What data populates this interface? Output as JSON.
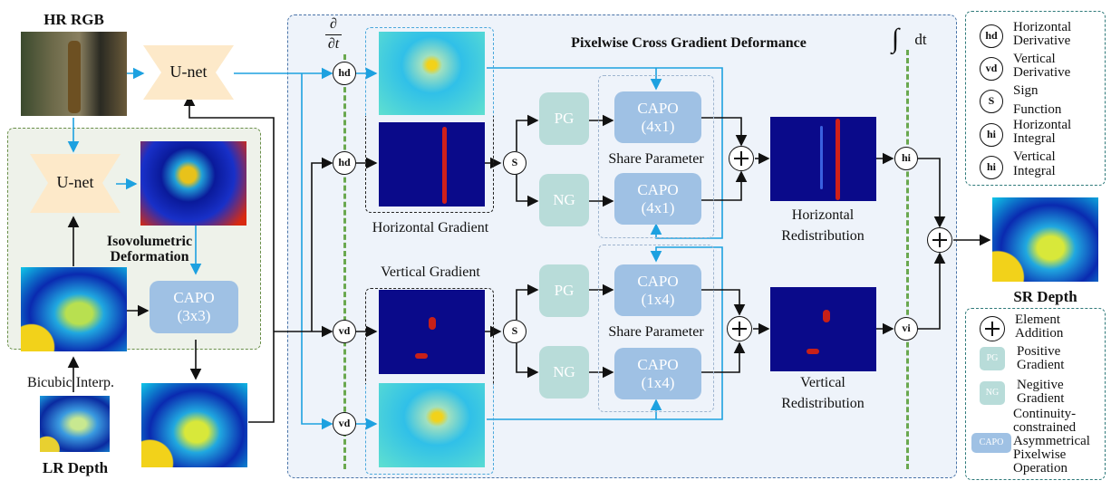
{
  "title": "Pixelwise Cross Gradient Deformance",
  "inputs": {
    "hr_rgb": "HR RGB",
    "lr_depth": "LR Depth",
    "bicubic": "Bicubic Interp."
  },
  "output": {
    "sr_depth": "SR Depth"
  },
  "isovolumetric": {
    "title_line1": "Isovolumetric",
    "title_line2": "Deformation",
    "unet_top": "U-net",
    "unet_inner": "U-net",
    "capo": {
      "name": "CAPO",
      "size": "(3x3)"
    }
  },
  "operators": {
    "derivative_symbol_num": "∂",
    "derivative_symbol_den": "∂t",
    "integral_symbol": "∫",
    "integral_dt": "dt",
    "hd": "hd",
    "vd": "vd",
    "s": "S",
    "hi": "hi",
    "vi": "vi"
  },
  "horizontal_branch": {
    "label": "Horizontal Gradient",
    "pg": "PG",
    "ng": "NG",
    "capo_top": {
      "name": "CAPO",
      "size": "(4x1)"
    },
    "capo_bottom": {
      "name": "CAPO",
      "size": "(4x1)"
    },
    "share": "Share Parameter",
    "redistribution_line1": "Horizontal",
    "redistribution_line2": "Redistribution"
  },
  "vertical_branch": {
    "label": "Vertical Gradient",
    "pg": "PG",
    "ng": "NG",
    "capo_top": {
      "name": "CAPO",
      "size": "(1x4)"
    },
    "capo_bottom": {
      "name": "CAPO",
      "size": "(1x4)"
    },
    "share": "Share Parameter",
    "redistribution_line1": "Vertical",
    "redistribution_line2": "Redistribution"
  },
  "legend_top": [
    {
      "symbol": "hd",
      "line1": "Horizontal",
      "line2": "Derivative"
    },
    {
      "symbol": "vd",
      "line1": "Vertical",
      "line2": "Derivative"
    },
    {
      "symbol": "S",
      "line1": "Sign",
      "line2": "Function"
    },
    {
      "symbol": "hi",
      "line1": "Horizontal",
      "line2": "Integral"
    },
    {
      "symbol": "hi",
      "line1": "Vertical",
      "line2": "Integral"
    }
  ],
  "legend_bottom": [
    {
      "symbol": "plus",
      "line1": "Element",
      "line2": "Addition"
    },
    {
      "symbol": "PG",
      "line1": "Positive",
      "line2": "Gradient"
    },
    {
      "symbol": "NG",
      "line1": "Negitive",
      "line2": "Gradient"
    },
    {
      "symbol": "CAPO",
      "lines": [
        "Continuity-",
        "constrained",
        "Asymmetrical",
        "Pixelwise",
        "Operation"
      ]
    }
  ],
  "colors": {
    "main_panel_bg": "#eef3fa",
    "main_panel_border": "#4a74a8",
    "iso_panel_bg": "#eef2ea",
    "iso_panel_border": "#6a8f4a",
    "legend_border": "#2f7a7a",
    "unet_fill": "#fde9c9",
    "pg_ng_fill": "#b8dcd9",
    "capo_fill": "#9fc1e4",
    "blue_wire": "#1da1e0",
    "black_wire": "#111111",
    "timeline_green": "#6aa84f"
  }
}
